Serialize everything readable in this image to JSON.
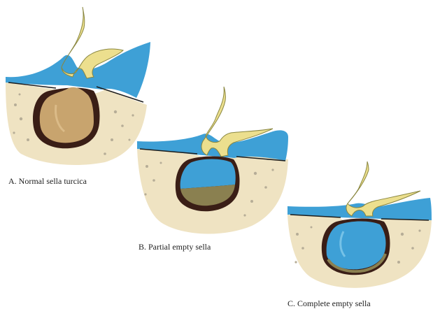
{
  "panels": [
    {
      "id": "A",
      "caption": "A. Normal sella turcica"
    },
    {
      "id": "B",
      "caption": "B. Partial empty sella"
    },
    {
      "id": "C",
      "caption": "C. Complete empty sella"
    }
  ],
  "colors": {
    "bone": "#efe3c2",
    "bone_dots": "#b6ad97",
    "csf": "#3ea0d6",
    "csf_light": "#8fd0ee",
    "stalk": "#ecdf8e",
    "stalk_edge": "#8a8740",
    "gland_normal": "#c8a46e",
    "gland_flattened": "#8a8050",
    "dark_rim": "#3a1e16",
    "dura_outline": "#1b1b1b"
  }
}
